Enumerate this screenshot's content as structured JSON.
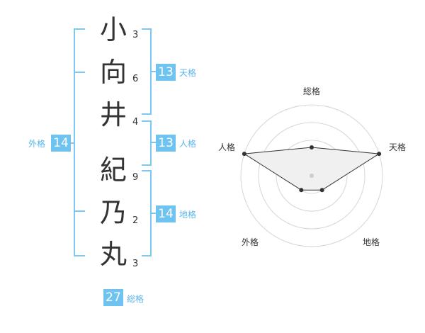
{
  "name": {
    "chars": [
      {
        "char": "小",
        "strokes": "3"
      },
      {
        "char": "向",
        "strokes": "6"
      },
      {
        "char": "井",
        "strokes": "4"
      },
      {
        "char": "紀",
        "strokes": "9"
      },
      {
        "char": "乃",
        "strokes": "2"
      },
      {
        "char": "丸",
        "strokes": "3"
      }
    ]
  },
  "fortune": {
    "tenkaku": {
      "label": "天格",
      "value": "13"
    },
    "jinkaku": {
      "label": "人格",
      "value": "13"
    },
    "chikaku": {
      "label": "地格",
      "value": "14"
    },
    "gaikaku": {
      "label": "外格",
      "value": "14"
    },
    "soukaku": {
      "label": "総格",
      "value": "27"
    }
  },
  "radar": {
    "axes": [
      "総格",
      "天格",
      "地格",
      "外格",
      "人格"
    ],
    "values": [
      0.4,
      1.0,
      0.25,
      0.25,
      1.0
    ],
    "rings": 4,
    "colors": {
      "grid": "#d6d6d6",
      "fill": "#f0f0f0",
      "line": "#333333",
      "center": "#cccccc"
    }
  },
  "colors": {
    "accent": "#6ec3f1",
    "bracket": "#7cc8f2",
    "label": "#5cb6ea"
  }
}
